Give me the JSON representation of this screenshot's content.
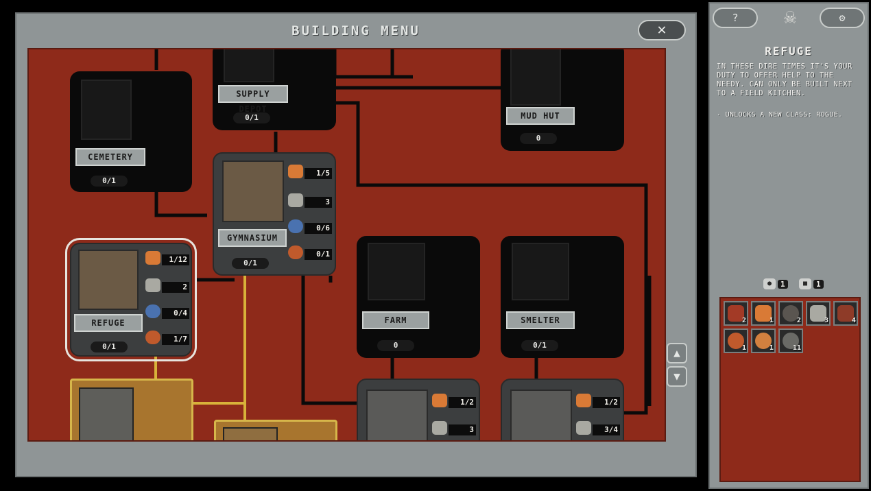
{
  "window": {
    "title": "BUILDING MENU",
    "close_icon": "close-x-icon"
  },
  "nodes": {
    "cemetery": {
      "name": "CEMETERY",
      "count": "0/1"
    },
    "supply_depot": {
      "name": "SUPPLY DEPOT",
      "count": "0/1"
    },
    "mud_hut": {
      "name": "MUD HUT",
      "count": "0"
    },
    "gymnasium": {
      "name": "GYMNASIUM",
      "count": "0/1",
      "costs": [
        "1/5",
        "3",
        "0/6",
        "0/1"
      ]
    },
    "refuge": {
      "name": "REFUGE",
      "count": "0/1",
      "costs": [
        "1/12",
        "2",
        "0/4",
        "1/7"
      ]
    },
    "farm": {
      "name": "FARM",
      "count": "0"
    },
    "smelter": {
      "name": "SMELTER",
      "count": "0/1"
    },
    "bottom_a": {
      "costs": [
        "1/2",
        "3"
      ]
    },
    "bottom_b": {
      "costs": [
        "1/2",
        "3/4"
      ]
    }
  },
  "scroll": {
    "up": "up-arrow-icon",
    "down": "down-arrow-icon"
  },
  "side": {
    "help_label": "?",
    "settings_label": "⚙",
    "title": "REFUGE",
    "description": "IN THESE DIRE TIMES IT'S YOUR DUTY TO OFFER HELP TO THE NEEDY. CAN ONLY BE BUILT NEXT TO A FIELD KITCHEN.",
    "unlock": "· UNLOCKS A NEW CLASS: ROGUE.",
    "supplies": [
      "1",
      "1"
    ],
    "inventory": [
      "2",
      "1",
      "2",
      "3",
      "4",
      "1",
      "1",
      "11"
    ]
  },
  "colors": {
    "board": "#8e2a1a",
    "frame": "#8f9596",
    "gold_path": "#d8b23a"
  }
}
